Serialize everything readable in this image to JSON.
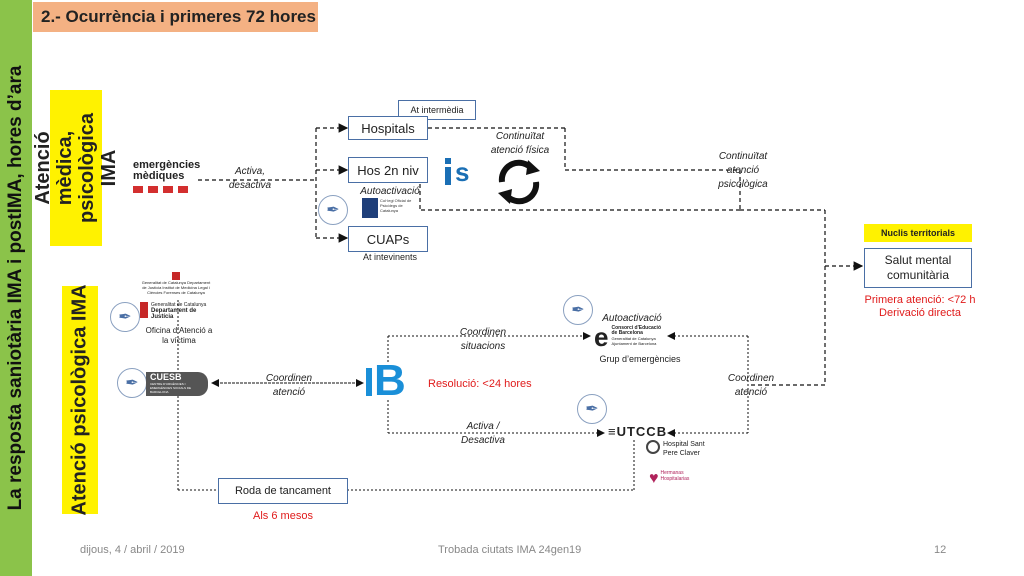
{
  "sidebar": {
    "text": "La resposta saniotària IMA i postIMA, hores d’ara"
  },
  "title": "2.- Ocurrència i primeres 72 hores",
  "section_top": "Atenció mèdica, psicològica IMA",
  "section_bottom": "Atenció psicològica IMA",
  "sem_logo": {
    "line1": "emergències",
    "line2": "mèdiques"
  },
  "activa_desactiva": "Activa, desactiva",
  "hospitals": "Hospitals",
  "at_intermedia": "At intermèdia",
  "hos2": "Hos 2n niv",
  "autoactivacio_top": "Autoactivació",
  "copc_logo": "Col·legi Oficial de Psicòlegs de Catalunya",
  "cuaps": "CUAPs",
  "at_intevinents": "At intevinents",
  "continuitat_fisica": "Continuïtat atenció física",
  "continuitat_psicologica": "Continuïtat atenció psicològica",
  "nuclis": "Nuclis territorials",
  "salut_mental": "Salut mental comunitària",
  "primera_atencio": "Primera atenció: <72 h",
  "derivacio": "Derivació directa",
  "gencat_logo_small": "Generalitat de Catalunya Departament de Justícia Institut de Medicina Legal i Ciències Forenses de Catalunya",
  "justicia_logo": {
    "line1": "Generalitat de Catalunya",
    "line2": "Departament de",
    "line3": "Justícia"
  },
  "oficina": "Oficina d’Atenció a la víctima",
  "cuesb_logo": {
    "name": "CUESB",
    "sub": "CENTRE D'URGÈNCIES I EMERGÈNCIES SOCIALS DE BARCELONA"
  },
  "coordinen_atencio_left": "Coordinen atenció",
  "b_logo": "B",
  "resolucio": "Resolució: <24 hores",
  "coordinen_situacions": "Coordinen situacions",
  "autoactivacio_mid": "Autoactivació",
  "ceb_logo": {
    "letter": "e",
    "line1": "Consorci d'Educació",
    "line2": "de Barcelona",
    "line3": "Generalitat de Catalunya",
    "line4": "Ajuntament de Barcelona"
  },
  "grup_emergencies": "Grup d’emergències",
  "coordinen_atencio_right": "Coordinen atenció",
  "activa_desactiva_bottom": "Activa / Desactiva",
  "utccb_logo": "UTCCB",
  "hospital_sant_pere": "Hospital Sant Pere Claver",
  "hermanas_logo": "Hermanas Hospitalarias",
  "roda": "Roda de tancament",
  "als6": "Als 6 mesos",
  "footer": {
    "date": "dijous, 4 / abril / 2019",
    "center": "Trobada ciutats IMA 24gen19",
    "page": "12"
  },
  "colors": {
    "sidebar": "#8bc34a",
    "title_bg": "#f4b183",
    "highlight": "#fff200",
    "accent_red": "#e01b1b",
    "b_blue": "#1a8fd8"
  },
  "icons": [
    "pen-nib-icon",
    "refresh-cycle-icon",
    "ics-logo-icon"
  ]
}
